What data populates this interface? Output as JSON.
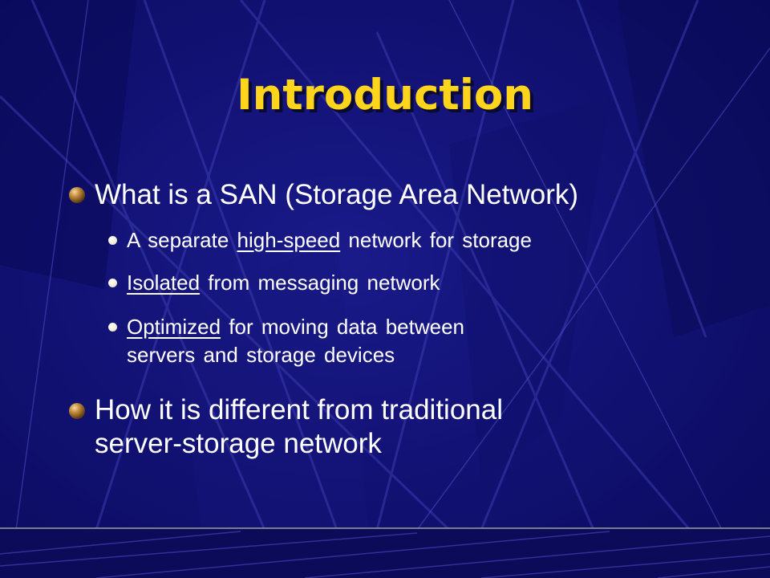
{
  "slide": {
    "title": "Introduction",
    "bullets": [
      {
        "text": "What is a SAN (Storage Area Network)",
        "sub_bullets": [
          {
            "before": "A separate ",
            "underlined": "high-speed",
            "after": " network for storage"
          },
          {
            "before": "",
            "underlined": "Isolated",
            "after": " from messaging network"
          },
          {
            "before": "",
            "underlined": "Optimized",
            "after": " for moving data between",
            "line2": "servers and storage devices"
          }
        ]
      },
      {
        "line1": "How it is different from traditional",
        "line2": "server-storage network"
      }
    ]
  },
  "icons": {
    "bullet_level1": "bronze-orb-icon",
    "bullet_level2": "white-dot-icon"
  },
  "colors": {
    "background": "#121276",
    "title": "#ffd51c",
    "text": "#ffffff",
    "bullet_orb": "#c08a3a"
  }
}
